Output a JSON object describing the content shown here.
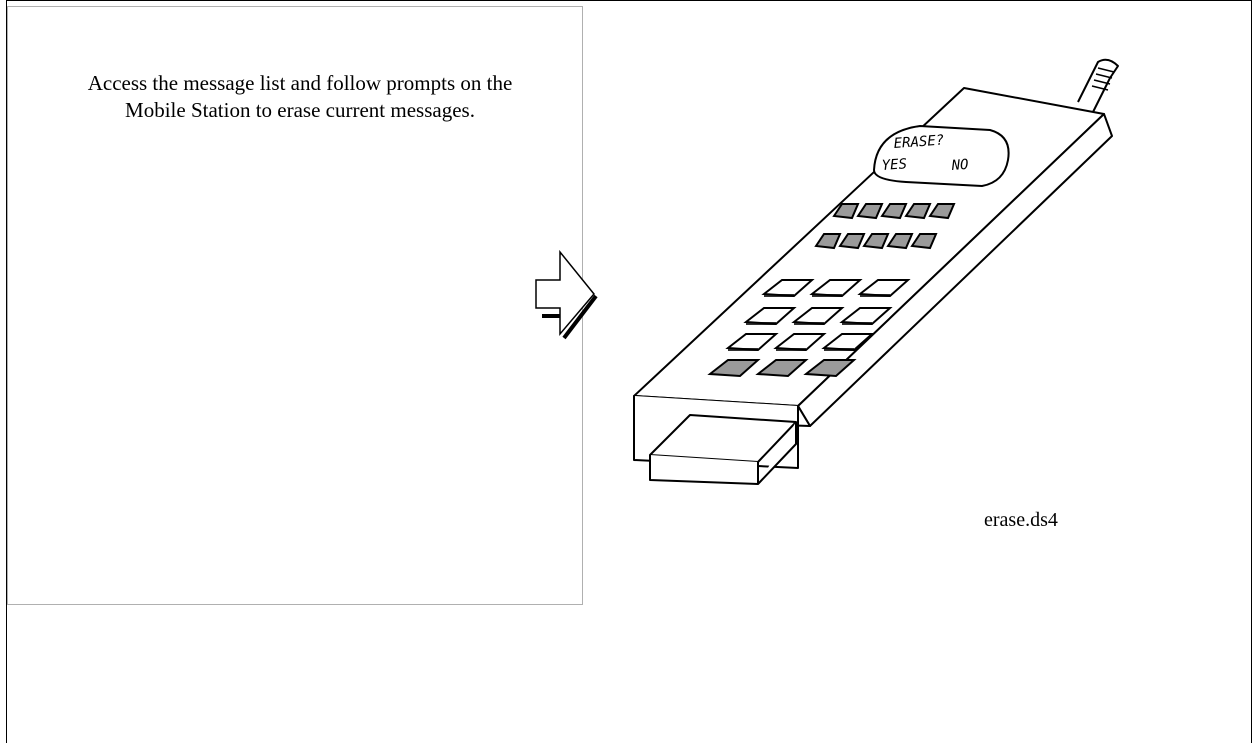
{
  "instruction": {
    "line1": "Access the message list and follow prompts on the",
    "line2": "Mobile Station to erase current messages."
  },
  "figure": {
    "screen_line1": "ERASE?",
    "screen_yes": "YES",
    "screen_no": "NO",
    "caption": "erase.ds4"
  },
  "icons": {
    "arrow": "right-arrow-icon",
    "phone": "mobile-phone-illustration"
  },
  "colors": {
    "border": "#000000",
    "panel_border": "#b0b0b0",
    "key_fill": "#9a9a9a"
  }
}
